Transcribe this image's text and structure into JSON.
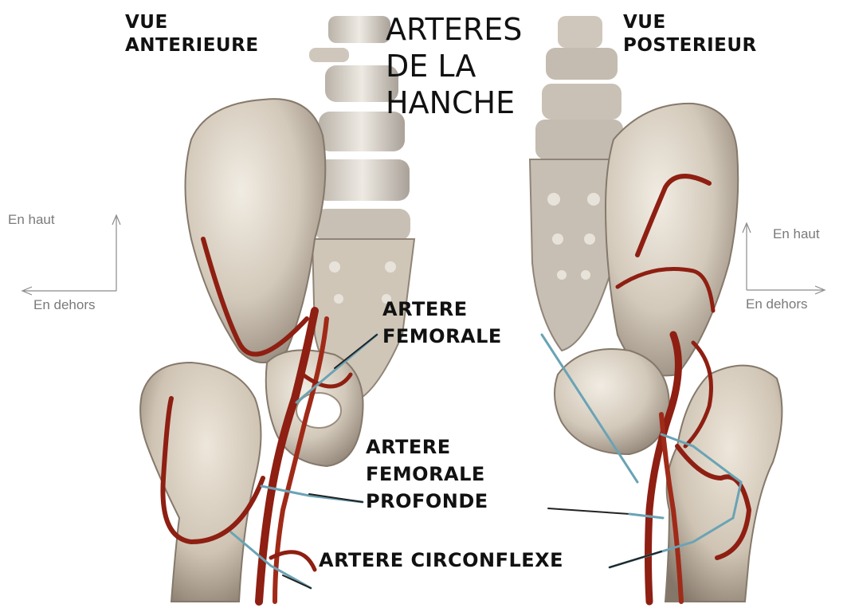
{
  "title": {
    "line1": "ARTERES",
    "line2": "DE LA",
    "line3": "HANCHE"
  },
  "views": {
    "anterior": {
      "line1": "VUE",
      "line2": "ANTERIEURE"
    },
    "posterior": {
      "line1": "VUE",
      "line2": "POSTERIEUR"
    }
  },
  "orientation": {
    "left": {
      "up": "En haut",
      "out": "En dehors"
    },
    "right": {
      "up": "En haut",
      "out": "En dehors"
    }
  },
  "labels": {
    "femoral": {
      "line1": "ARTERE",
      "line2": "FEMORALE"
    },
    "deep_femoral": {
      "line1": "ARTERE",
      "line2": "FEMORALE",
      "line3": "PROFONDE"
    },
    "circumflex": "ARTERE CIRCONFLEXE"
  },
  "colors": {
    "bone": "#d9d0c2",
    "bone_shadow": "#9a8e80",
    "artery": "#8e1f12",
    "leader_line": "#6aa3b5"
  }
}
